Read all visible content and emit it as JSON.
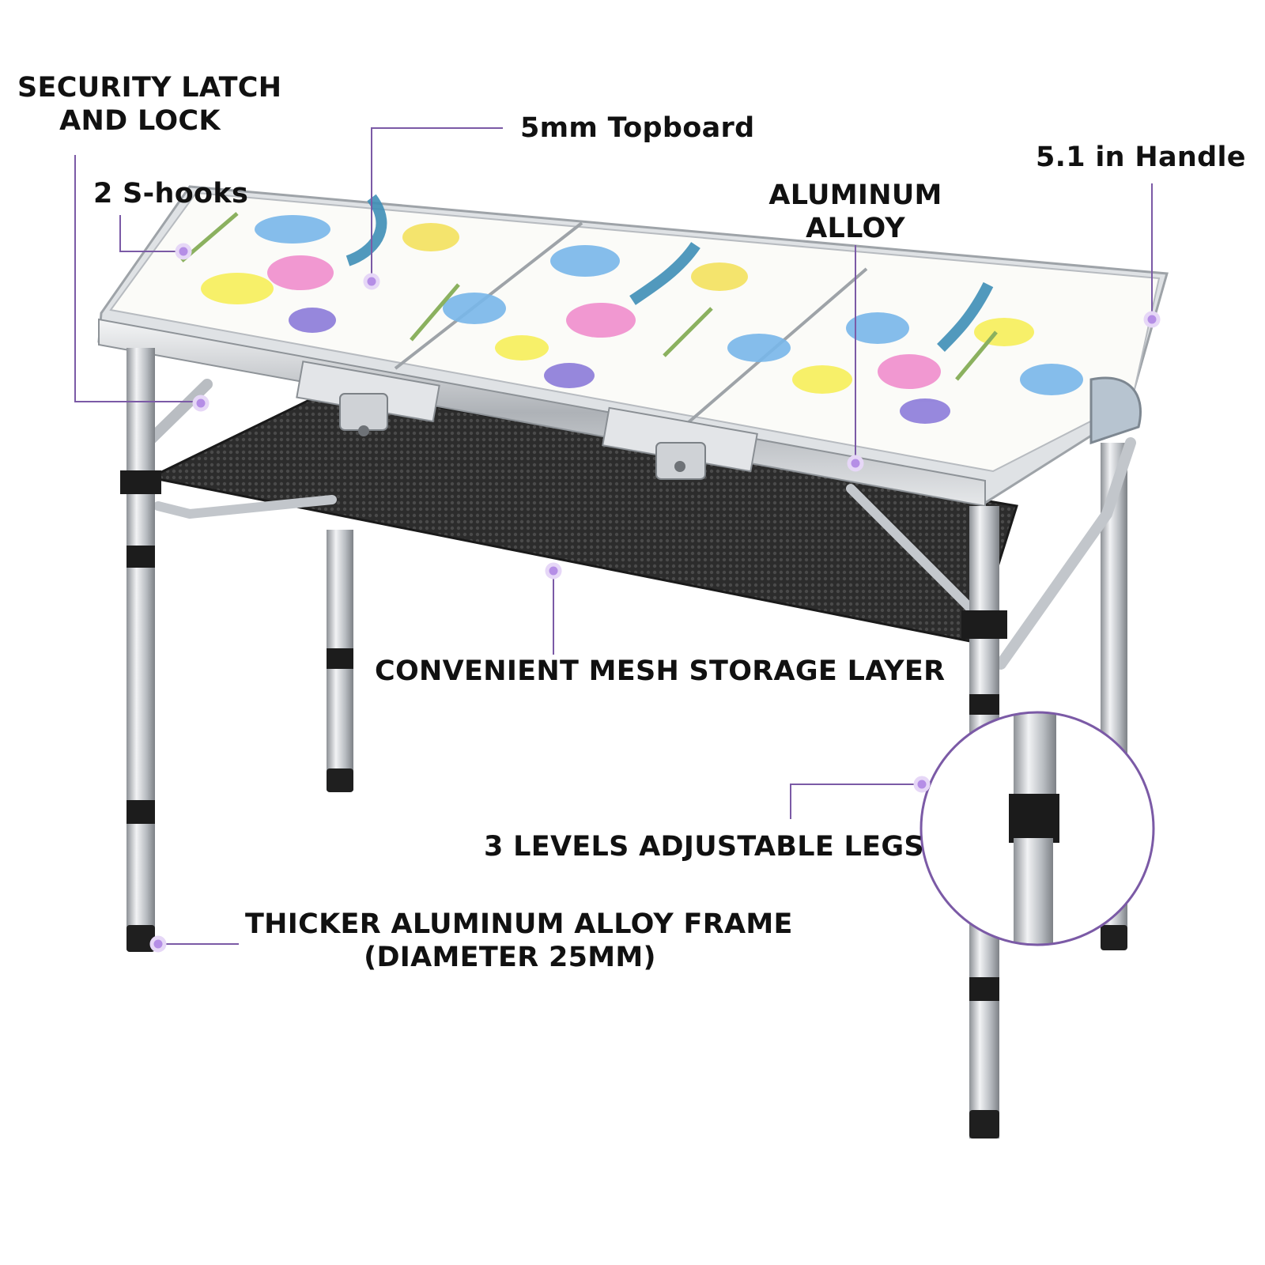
{
  "colors": {
    "accent": "#7b5aa6",
    "dot": "#b58ee6",
    "text": "#111111",
    "mesh": "#2f2f2f",
    "metal": "#c9ccd0"
  },
  "labels": {
    "security_latch": [
      "SECURITY LATCH",
      "AND LOCK"
    ],
    "topboard": "5mm Topboard",
    "handle": "5.1 in Handle",
    "s_hooks": "2 S-hooks",
    "aluminum_alloy": [
      "ALUMINUM",
      "ALLOY"
    ],
    "mesh_layer": "CONVENIENT MESH STORAGE LAYER",
    "adjustable_legs": "3 LEVELS ADJUSTABLE LEGS",
    "frame": [
      "THICKER ALUMINUM ALLOY FRAME",
      "(DIAMETER 25MM)"
    ]
  },
  "image": {
    "subject": "folding-table-with-floral-top",
    "detail": "leg-joint-zoom"
  }
}
